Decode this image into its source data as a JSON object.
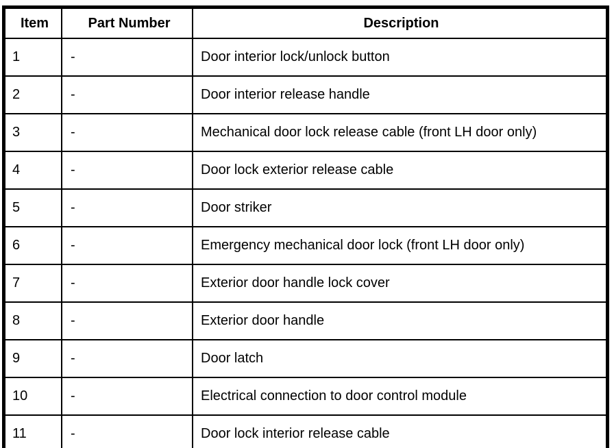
{
  "table": {
    "columns": [
      {
        "key": "item",
        "label": "Item"
      },
      {
        "key": "part_number",
        "label": "Part Number"
      },
      {
        "key": "description",
        "label": "Description"
      }
    ],
    "rows": [
      {
        "item": "1",
        "part_number": "-",
        "description": "Door interior lock/unlock button"
      },
      {
        "item": "2",
        "part_number": "-",
        "description": "Door interior release handle"
      },
      {
        "item": "3",
        "part_number": "-",
        "description": "Mechanical door lock release cable (front LH door only)"
      },
      {
        "item": "4",
        "part_number": "-",
        "description": "Door lock exterior release cable"
      },
      {
        "item": "5",
        "part_number": "-",
        "description": "Door striker"
      },
      {
        "item": "6",
        "part_number": "-",
        "description": "Emergency mechanical door lock (front LH door only)"
      },
      {
        "item": "7",
        "part_number": "-",
        "description": "Exterior door handle lock cover"
      },
      {
        "item": "8",
        "part_number": "-",
        "description": "Exterior door handle"
      },
      {
        "item": "9",
        "part_number": "-",
        "description": "Door latch"
      },
      {
        "item": "10",
        "part_number": "-",
        "description": "Electrical connection to door control module"
      },
      {
        "item": "11",
        "part_number": "-",
        "description": "Door lock interior release cable"
      }
    ],
    "colors": {
      "border": "#000000",
      "text": "#000000",
      "background": "#ffffff"
    }
  }
}
